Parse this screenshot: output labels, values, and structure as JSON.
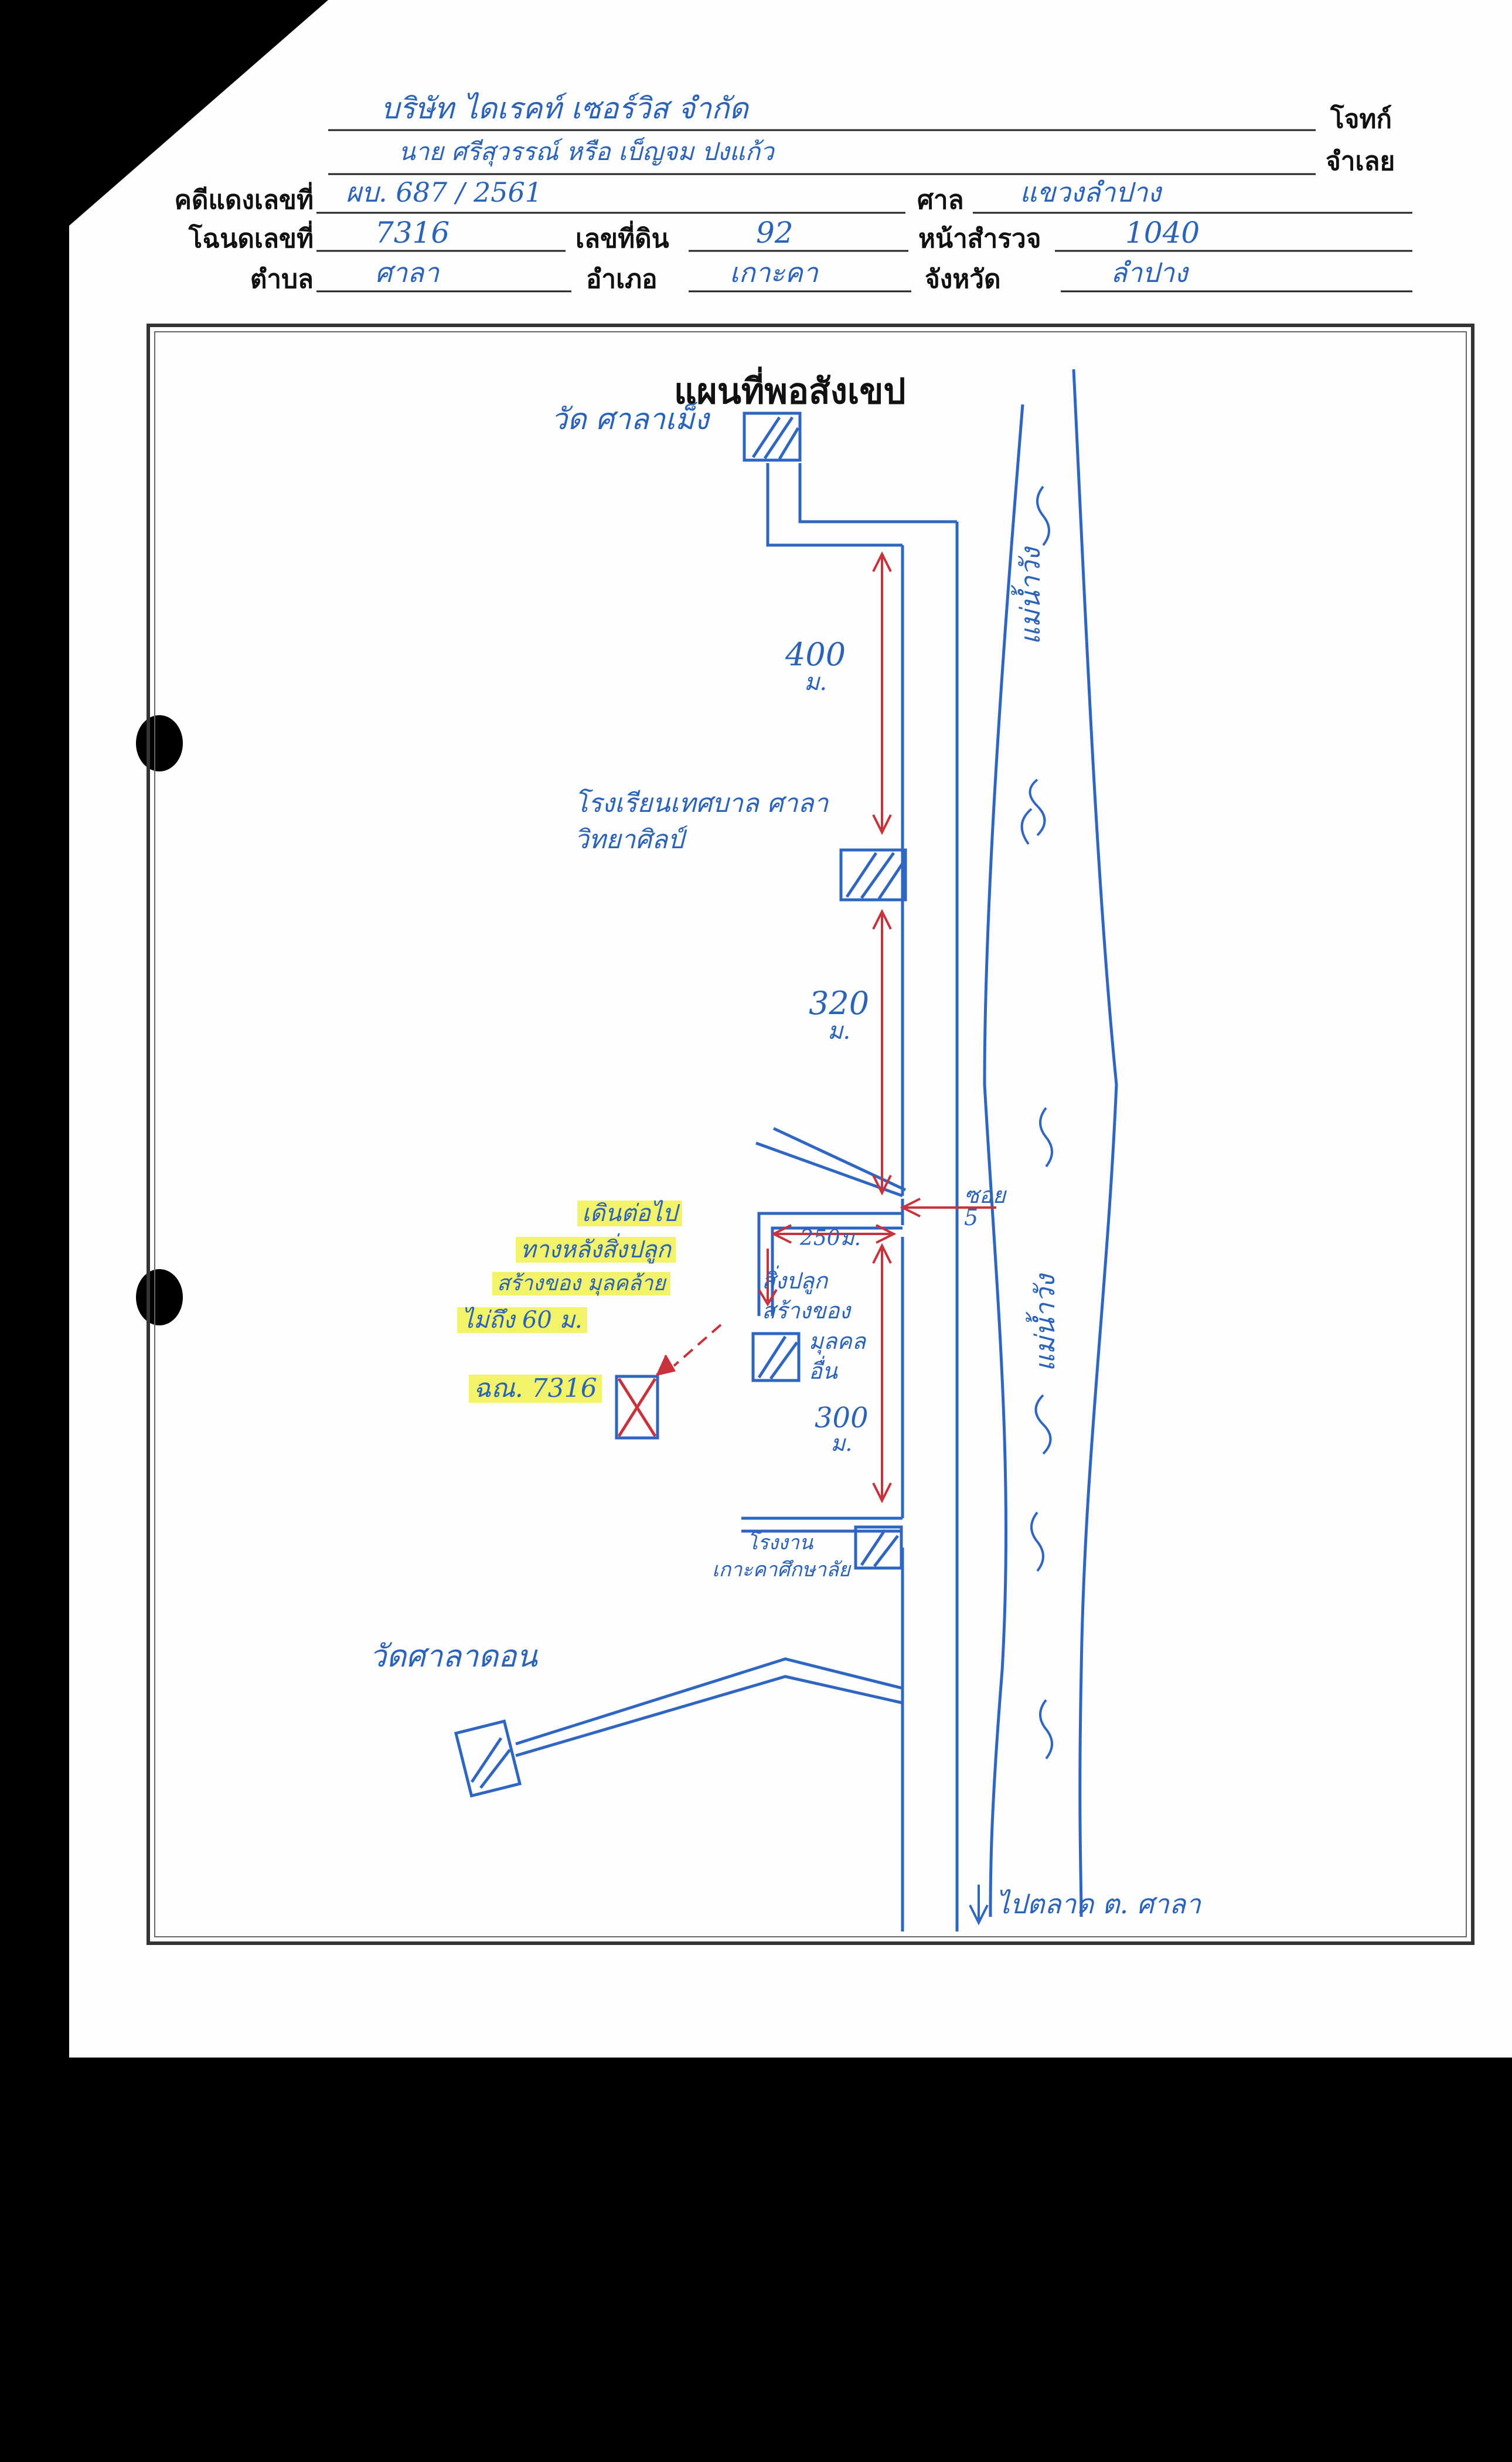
{
  "header": {
    "plaintiff_label": "โจทก์",
    "defendant_label": "จำเลย",
    "plaintiff_name": "บริษัท ไดเรคท์ เซอร์วิส จำกัด",
    "defendant_name": "นาย ศรีสุวรรณ์ หรือ เบ็ญจม ปงแก้ว",
    "case_label": "คดีแดงเลขที่",
    "case_no": "ผบ. 687 / 2561",
    "court_label": "ศาล",
    "court_value": "แขวงลำปาง",
    "deed_label": "โฉนดเลขที่",
    "deed_no": "7316",
    "land_label": "เลขที่ดิน",
    "land_no": "92",
    "survey_label": "หน้าสำรวจ",
    "survey_no": "1040",
    "tambon_label": "ตำบล",
    "tambon_value": "ศาลา",
    "amphoe_label": "อำเภอ",
    "amphoe_value": "เกาะคา",
    "province_label": "จังหวัด",
    "province_value": "ลำปาง"
  },
  "map": {
    "title": "แผนที่พอสังเขป",
    "temple_top": "วัด ศาลาเม็ง",
    "school": "โรงเรียนเทศบาล ศาลาวิทยาศิลป์",
    "dist_1": "400",
    "dist_1_unit": "ม.",
    "dist_2": "320",
    "dist_2_unit": "ม.",
    "soi": "ซอย 5",
    "note_line1": "เดินต่อไป",
    "note_line2": "ทางหลังสิ่งปลูก",
    "note_line3": "สร้างของ มุลคล้าย",
    "note_line4": "ไม่ถึง 60 ม.",
    "deed_marker": "ฉณ. 7316",
    "dist_3": "250ม.",
    "building_line1": "สิ่งปลูก",
    "building_line2": "สร้างของ",
    "building_line3": "มุลคล",
    "building_line4": "อื่น",
    "dist_4": "300",
    "dist_4_unit": "ม.",
    "office_line1": "โรงงาน",
    "office_line2": "เกาะคาศึกษาลัย",
    "temple_bottom": "วัดศาลาดอน",
    "river_top": "แม่น้ำวัง",
    "river_bottom": "แม่น้ำวัง",
    "to_market": "ไปตลาด ต. ศาลา"
  }
}
